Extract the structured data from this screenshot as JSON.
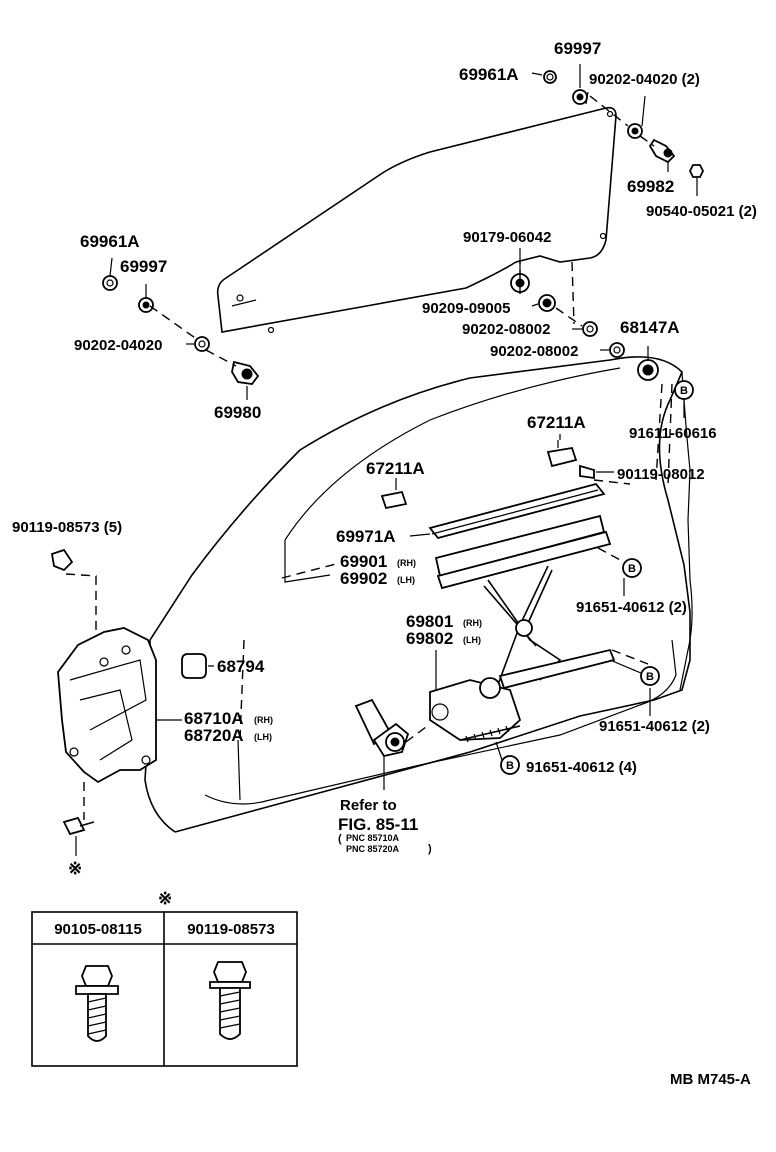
{
  "diagram_code": "MB M745-A",
  "part_labels": {
    "p69997_top": "69997",
    "p69961a_top": "69961A",
    "p90202_04020_top": "90202-04020 (2)",
    "p69982": "69982",
    "p90540_05021": "90540-05021 (2)",
    "p69961a_left": "69961A",
    "p69997_left": "69997",
    "p90202_04020_left": "90202-04020",
    "p69980": "69980",
    "p90179_06042": "90179-06042",
    "p90209_09005": "90209-09005",
    "p90202_08002_a": "90202-08002",
    "p90202_08002_b": "90202-08002",
    "p68147a": "68147A",
    "p91611_60616": "91611-60616",
    "p67211a_right": "67211A",
    "p90119_08012": "90119-08012",
    "p67211a_left": "67211A",
    "p69971a": "69971A",
    "p69901": "69901",
    "p69902": "69902",
    "p91651_40612_a": "91651-40612 (2)",
    "p69801": "69801",
    "p69802": "69802",
    "p90119_08573_5": "90119-08573 (5)",
    "p68794": "68794",
    "p68710a": "68710A",
    "p68720a": "68720A",
    "p91651_40612_b": "91651-40612 (2)",
    "p91651_40612_c": "91651-40612 (4)",
    "rh_tag": "(RH)",
    "lh_tag": "(LH)"
  },
  "callout_symbol": "B",
  "asterisk_symbol": "※",
  "refer": {
    "line1": "Refer to",
    "line2": "FIG. 85-11",
    "pnc1": "PNC 85710A",
    "pnc2": "PNC 85720A"
  },
  "bolt_table": {
    "col1_header": "90105-08115",
    "col2_header": "90119-08573"
  }
}
